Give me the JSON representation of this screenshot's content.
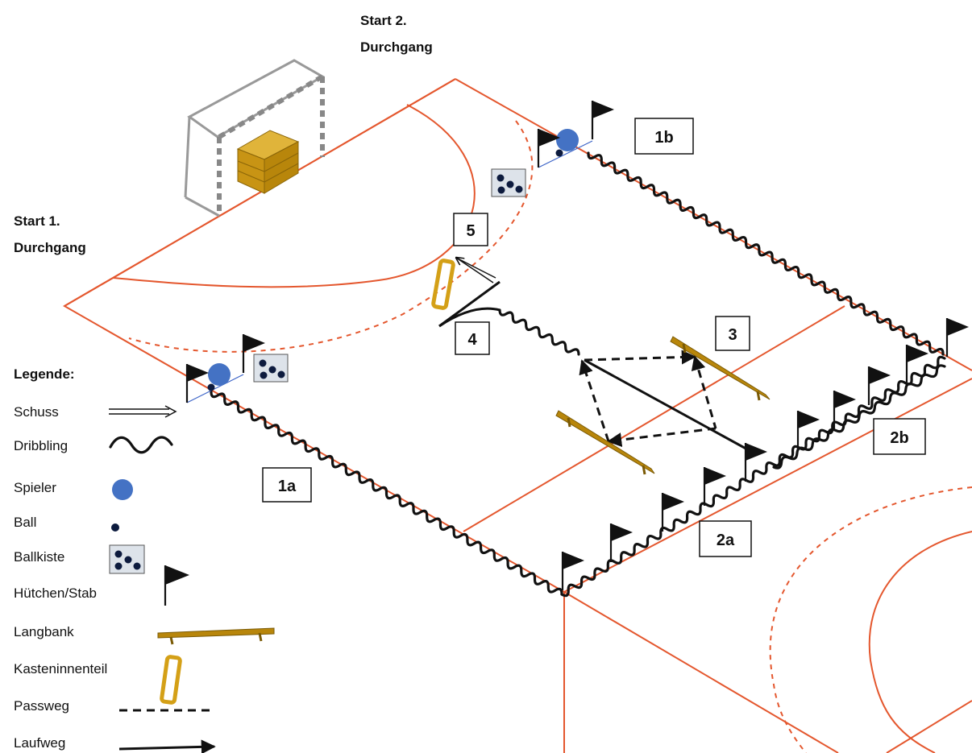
{
  "labels": {
    "start2_line1": "Start 2.",
    "start2_line2": "Durchgang",
    "start1_line1": "Start 1.",
    "start1_line2": "Durchgang",
    "s1b": "1b",
    "s5": "5",
    "s4": "4",
    "s3": "3",
    "s1a": "1a",
    "s2a": "2a",
    "s2b": "2b"
  },
  "legend": {
    "title": "Legende:",
    "items": [
      {
        "label": "Schuss",
        "icon": "double-line-arrow"
      },
      {
        "label": "Dribbling",
        "icon": "wavy-line"
      },
      {
        "label": "Spieler",
        "icon": "blue-circle"
      },
      {
        "label": "Ball",
        "icon": "small-dot"
      },
      {
        "label": "Ballkiste",
        "icon": "ball-box"
      },
      {
        "label": "Hütchen/Stab",
        "icon": "flag"
      },
      {
        "label": "Langbank",
        "icon": "bench"
      },
      {
        "label": "Kasteninnenteil",
        "icon": "box-frame"
      },
      {
        "label": "Passweg",
        "icon": "dashed-line"
      },
      {
        "label": "Laufweg",
        "icon": "arrow-line"
      }
    ]
  },
  "colors": {
    "court_line": "#e4572e",
    "player": "#4472c4",
    "bench": "#b8860b",
    "box_frame": "#d4a017",
    "ball_box_bg": "#dde3ea"
  }
}
